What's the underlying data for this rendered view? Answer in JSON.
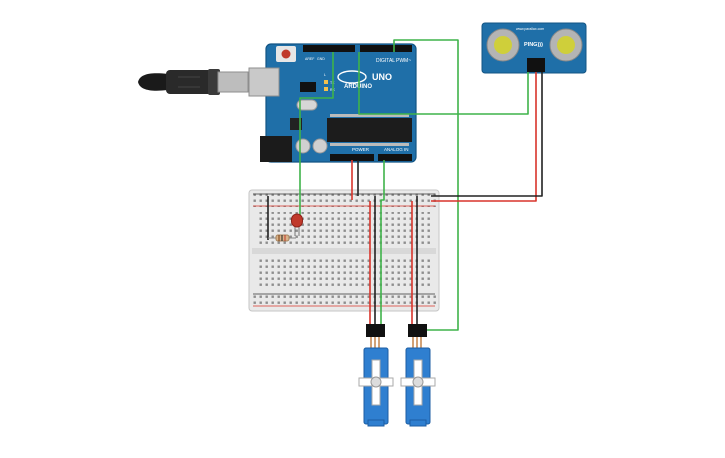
{
  "arduino": {
    "brand": "ARDUINO",
    "model": "UNO",
    "digital_label": "DIGITAL",
    "pwm_label": "PWM~",
    "power_label": "POWER",
    "analog_label": "ANALOG IN",
    "aref_label": "AREF",
    "gnd_label": "GND",
    "tx_label": "TX",
    "rx_label": "RX",
    "l_label": "L",
    "board_color": "#1f6fa8"
  },
  "sensor": {
    "name": "PING)))",
    "brand": "www.parallax.com",
    "board_color": "#1f6fa8"
  },
  "breadboard": {
    "color": "#e9e9e9",
    "rail_positive_color": "#d9342b",
    "rail_negative_color": "#333333"
  },
  "wires": {
    "signal_color": "#3fb34a",
    "power_color": "#d9342b",
    "ground_color": "#222222"
  },
  "components": {
    "led_color": "#c0392b",
    "servo_color": "#2f7fd0"
  }
}
